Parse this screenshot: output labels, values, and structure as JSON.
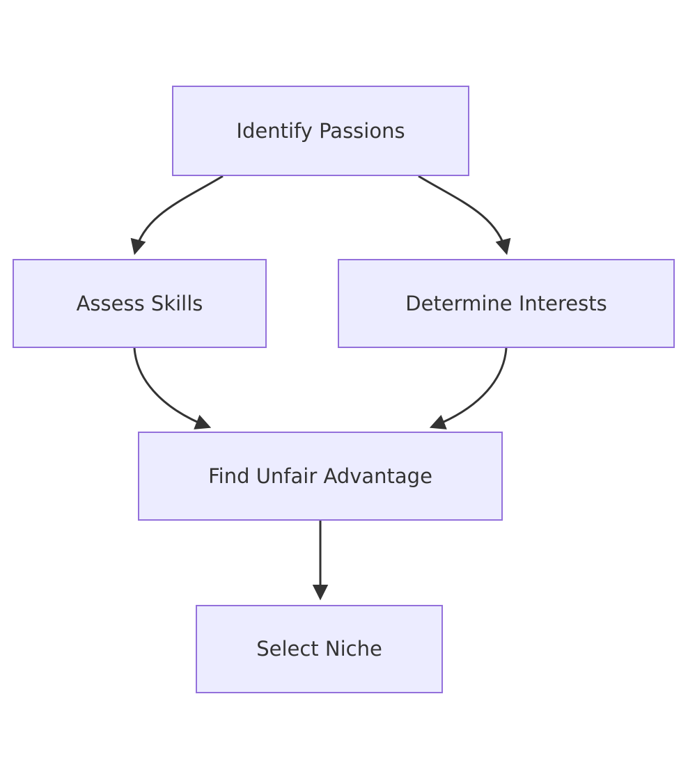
{
  "diagram": {
    "type": "flowchart",
    "direction": "top-down",
    "nodes": {
      "identify": {
        "label": "Identify Passions"
      },
      "assess": {
        "label": "Assess Skills"
      },
      "determine": {
        "label": "Determine Interests"
      },
      "find": {
        "label": "Find Unfair Advantage"
      },
      "select": {
        "label": "Select Niche"
      }
    },
    "edges": [
      {
        "from": "identify",
        "to": "assess"
      },
      {
        "from": "identify",
        "to": "determine"
      },
      {
        "from": "assess",
        "to": "find"
      },
      {
        "from": "determine",
        "to": "find"
      },
      {
        "from": "find",
        "to": "select"
      }
    ],
    "colors": {
      "node_fill": "#ECECFF",
      "node_border": "#9370DB",
      "edge": "#333333",
      "text": "#333333",
      "background": "#FFFFFF"
    }
  }
}
